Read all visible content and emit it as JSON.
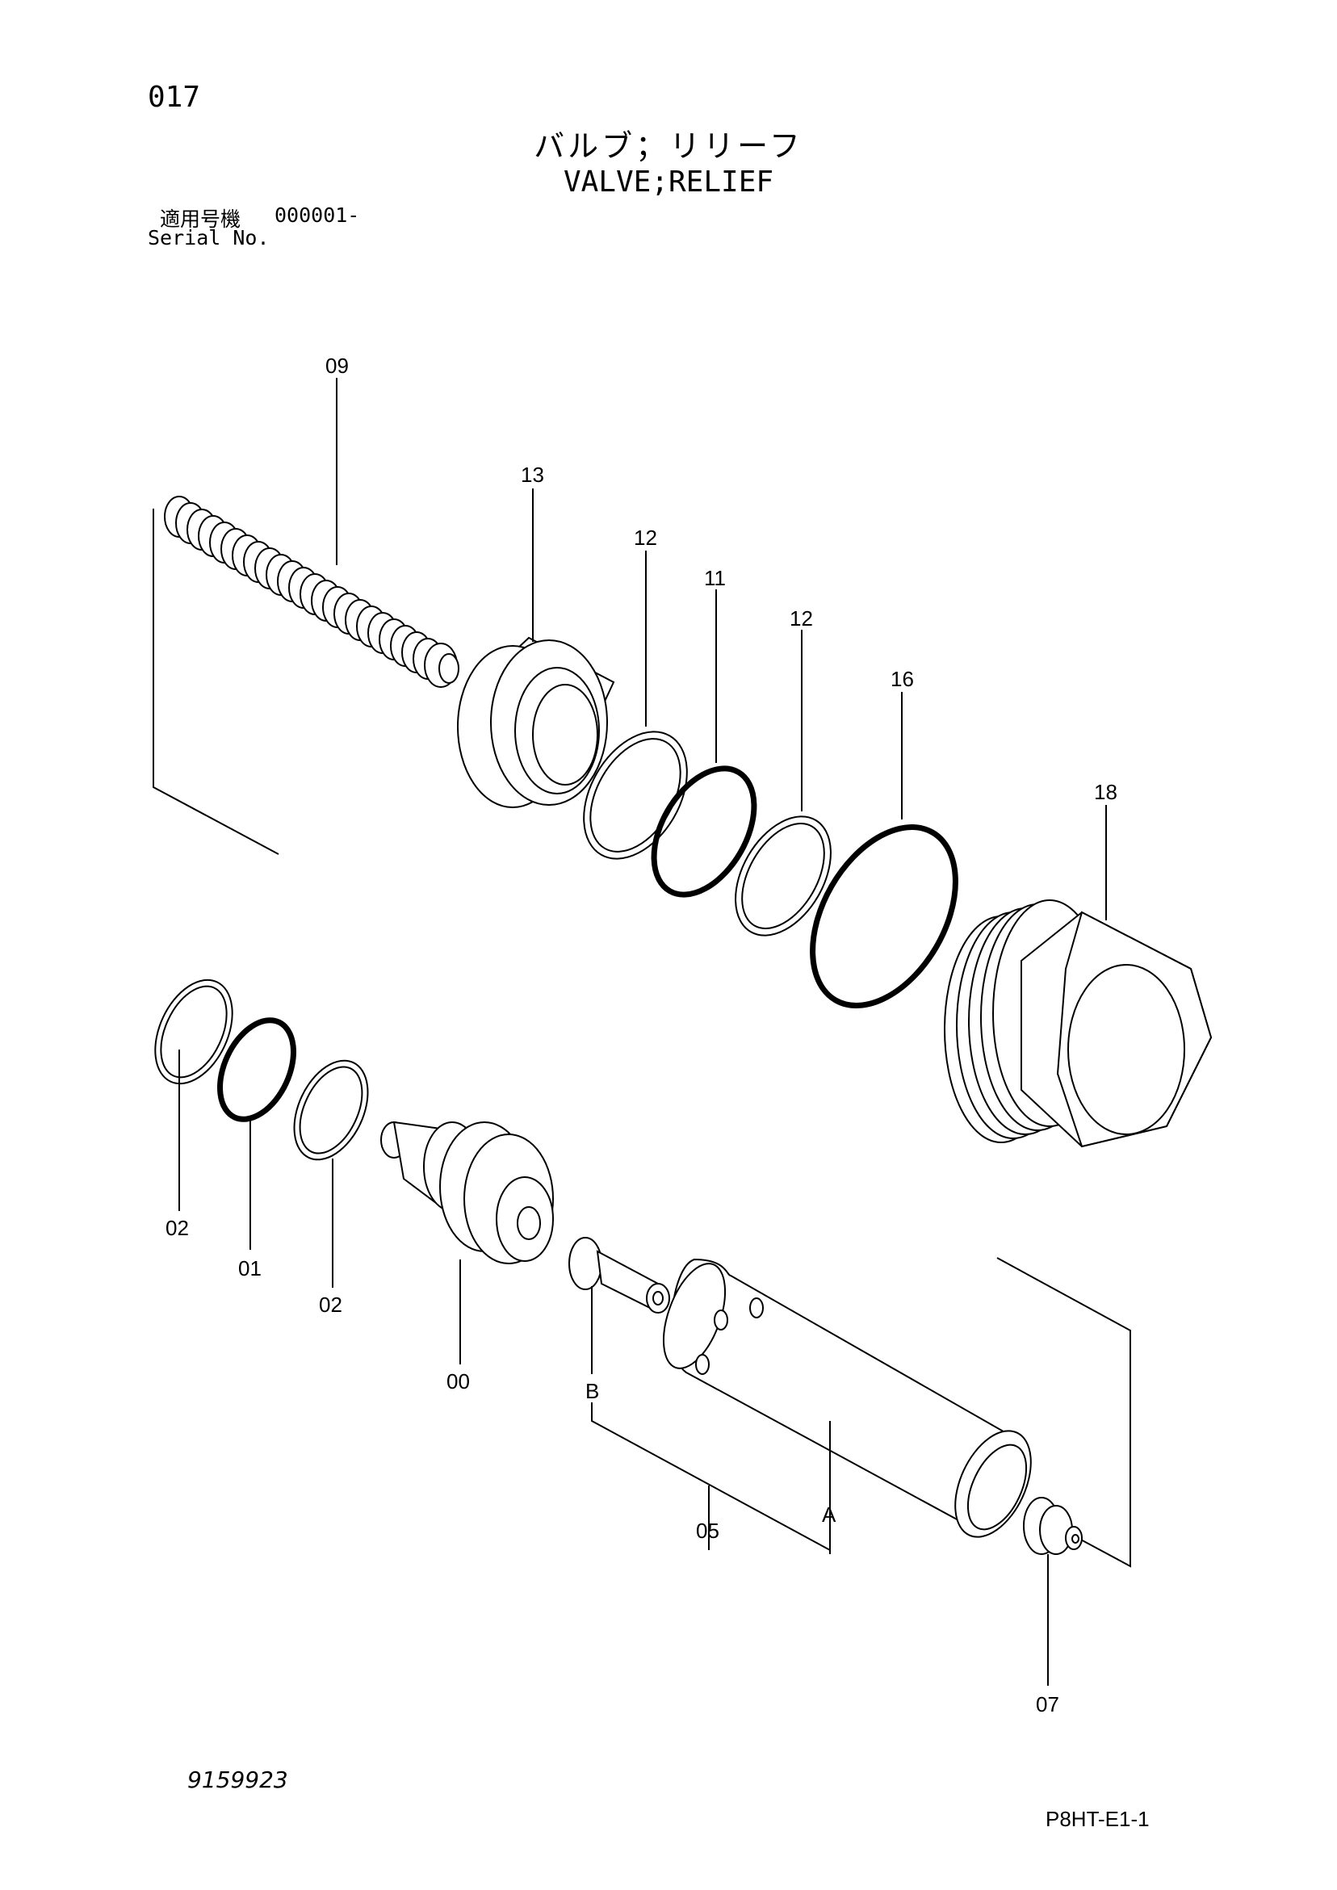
{
  "header": {
    "page_number": "017",
    "title_jp": "バルブ；リリーフ",
    "title_en": "VALVE;RELIEF",
    "serial_label_jp": "適用号機",
    "serial_from": "000001-",
    "serial_label_en": "Serial No."
  },
  "callouts": {
    "c09": "09",
    "c13": "13",
    "c12a": "12",
    "c11": "11",
    "c12b": "12",
    "c16": "16",
    "c18": "18",
    "c02a": "02",
    "c01": "01",
    "c02b": "02",
    "c00": "00",
    "cB": "B",
    "c05": "05",
    "cA": "A",
    "c07": "07"
  },
  "footer": {
    "doc_number": "9159923",
    "plate_code": "P8HT-E1-1"
  }
}
